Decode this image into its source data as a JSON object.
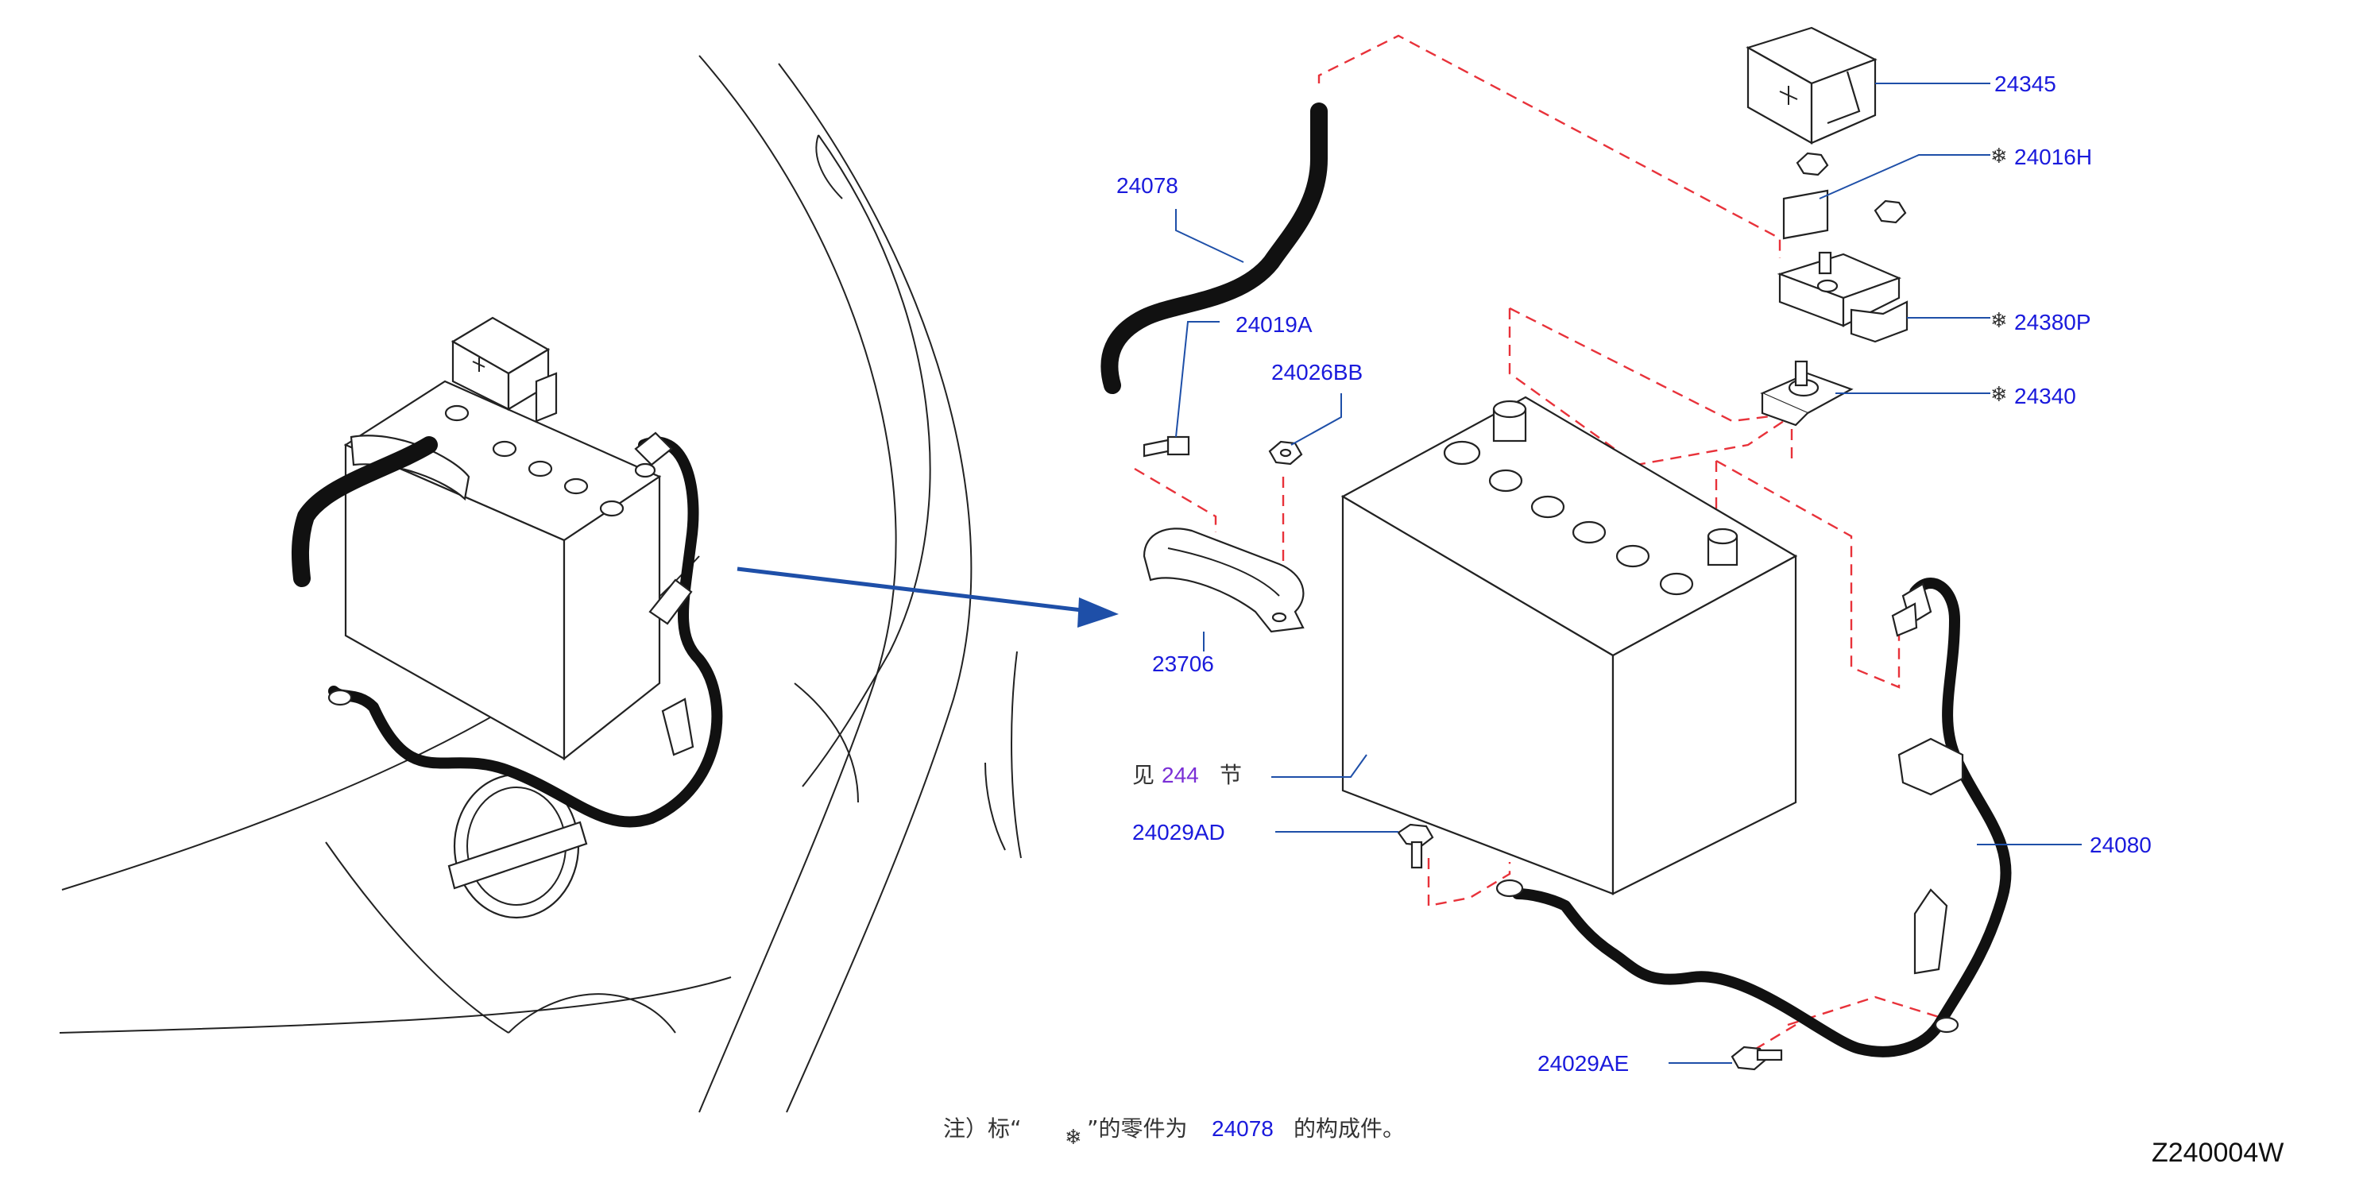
{
  "labels": {
    "p24345": "24345",
    "p24016H": "24016H",
    "p24078": "24078",
    "p24019A": "24019A",
    "p24380P": "24380P",
    "p24026BB": "24026BB",
    "p24340": "24340",
    "p23706": "23706",
    "p24080": "24080",
    "p24029AD": "24029AD",
    "p24029AE": "24029AE"
  },
  "section_ref": {
    "prefix": "见",
    "number": "244",
    "suffix": "节"
  },
  "note": {
    "prefix": "注）标“",
    "mid": "”的零件为",
    "part": "24078",
    "suffix": "的构成件。"
  },
  "star_symbol": "❄",
  "diagram_code": "Z240004W",
  "colors": {
    "part_number": "#1a1adc",
    "section_number": "#7a2fd6",
    "leader": "#1e4fa8",
    "dashed": "#e8323a",
    "arrow": "#1e4fa8"
  }
}
